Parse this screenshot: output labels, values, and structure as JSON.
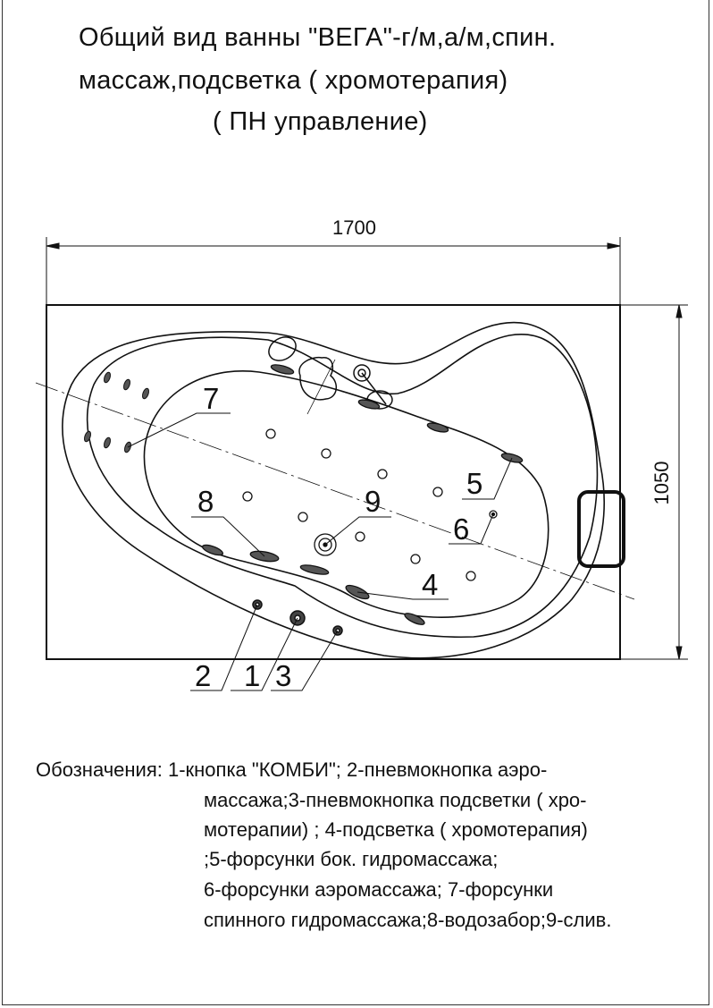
{
  "title": {
    "line1": "Общий вид ванны \"ВЕГА\"-г/м,а/м,спин.",
    "line2": "массаж,подсветка ( хромотерапия)",
    "line3": "( ПН управление)"
  },
  "dimensions": {
    "width": "1700",
    "height": "1050"
  },
  "callouts": [
    "1",
    "2",
    "3",
    "4",
    "5",
    "6",
    "7",
    "8",
    "9"
  ],
  "legend": {
    "line1": "Обозначения: 1-кнопка \"КОМБИ\"; 2-пневмокнопка аэро-",
    "line2": "массажа;3-пневмокнопка подсветки ( хро-",
    "line3": "мотерапии)   ; 4-подсветка ( хромотерапия)",
    "line4": ";5-форсунки бок. гидромассажа;",
    "line5": "6-форсунки аэромассажа; 7-форсунки",
    "line6": "спинного гидромассажа;8-водозабор;9-слив."
  }
}
